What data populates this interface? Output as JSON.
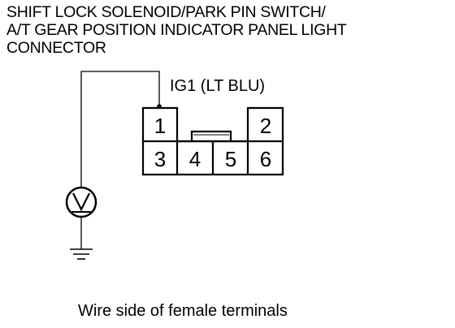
{
  "title_lines": [
    "SHIFT LOCK SOLENOID/PARK PIN SWITCH/",
    "A/T GEAR POSITION INDICATOR PANEL LIGHT",
    "CONNECTOR"
  ],
  "wire_label": "IG1 (LT BLU)",
  "terminals": [
    "1",
    "2",
    "3",
    "4",
    "5",
    "6"
  ],
  "meter_symbol": "V",
  "caption": "Wire side of female terminals"
}
